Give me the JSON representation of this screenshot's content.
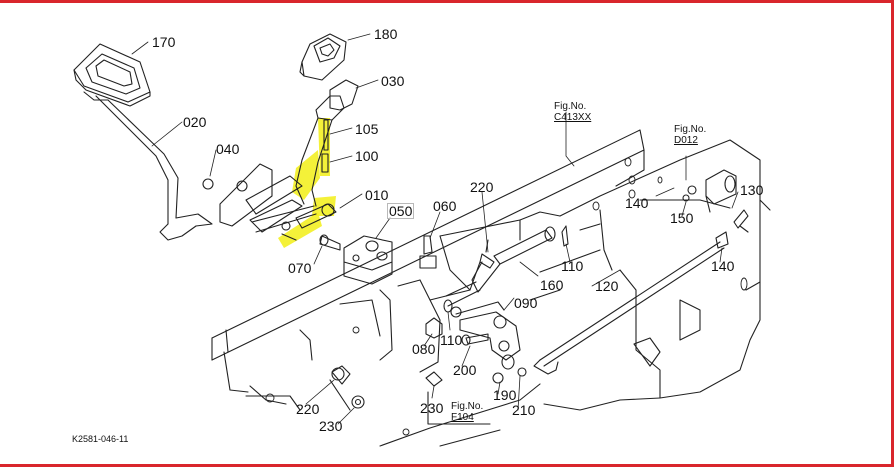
{
  "diagram": {
    "drawing_code": "K2581-046-11",
    "colors": {
      "frame": "#d9262c",
      "highlight": "#f3ef24",
      "ink": "#222222",
      "background": "#ffffff"
    },
    "callouts": [
      {
        "id": "170",
        "label": "170",
        "boxed": false
      },
      {
        "id": "180",
        "label": "180",
        "boxed": false
      },
      {
        "id": "030",
        "label": "030",
        "boxed": false
      },
      {
        "id": "020",
        "label": "020",
        "boxed": false
      },
      {
        "id": "105",
        "label": "105",
        "boxed": false
      },
      {
        "id": "040",
        "label": "040",
        "boxed": false
      },
      {
        "id": "100",
        "label": "100",
        "boxed": false
      },
      {
        "id": "010",
        "label": "010",
        "boxed": false
      },
      {
        "id": "050",
        "label": "050",
        "boxed": true
      },
      {
        "id": "060",
        "label": "060",
        "boxed": false
      },
      {
        "id": "220a",
        "label": "220",
        "boxed": false
      },
      {
        "id": "070",
        "label": "070",
        "boxed": false
      },
      {
        "id": "110a",
        "label": "110",
        "boxed": false
      },
      {
        "id": "160",
        "label": "160",
        "boxed": false
      },
      {
        "id": "140a",
        "label": "140",
        "boxed": false
      },
      {
        "id": "150",
        "label": "150",
        "boxed": false
      },
      {
        "id": "130",
        "label": "130",
        "boxed": false
      },
      {
        "id": "140b",
        "label": "140",
        "boxed": false
      },
      {
        "id": "120",
        "label": "120",
        "boxed": false
      },
      {
        "id": "090",
        "label": "090",
        "boxed": false
      },
      {
        "id": "080",
        "label": "080",
        "boxed": false
      },
      {
        "id": "110b",
        "label": "110",
        "boxed": false
      },
      {
        "id": "200",
        "label": "200",
        "boxed": false
      },
      {
        "id": "190",
        "label": "190",
        "boxed": false
      },
      {
        "id": "210",
        "label": "210",
        "boxed": false
      },
      {
        "id": "220b",
        "label": "220",
        "boxed": false
      },
      {
        "id": "230a",
        "label": "230",
        "boxed": false
      },
      {
        "id": "230b",
        "label": "230",
        "boxed": false
      }
    ],
    "figure_refs": [
      {
        "id": "c413",
        "prefix": "Fig.No.",
        "code": "C413XX"
      },
      {
        "id": "d012",
        "prefix": "Fig.No.",
        "code": "D012"
      },
      {
        "id": "f104",
        "prefix": "Fig.No.",
        "code": "F104"
      }
    ]
  }
}
